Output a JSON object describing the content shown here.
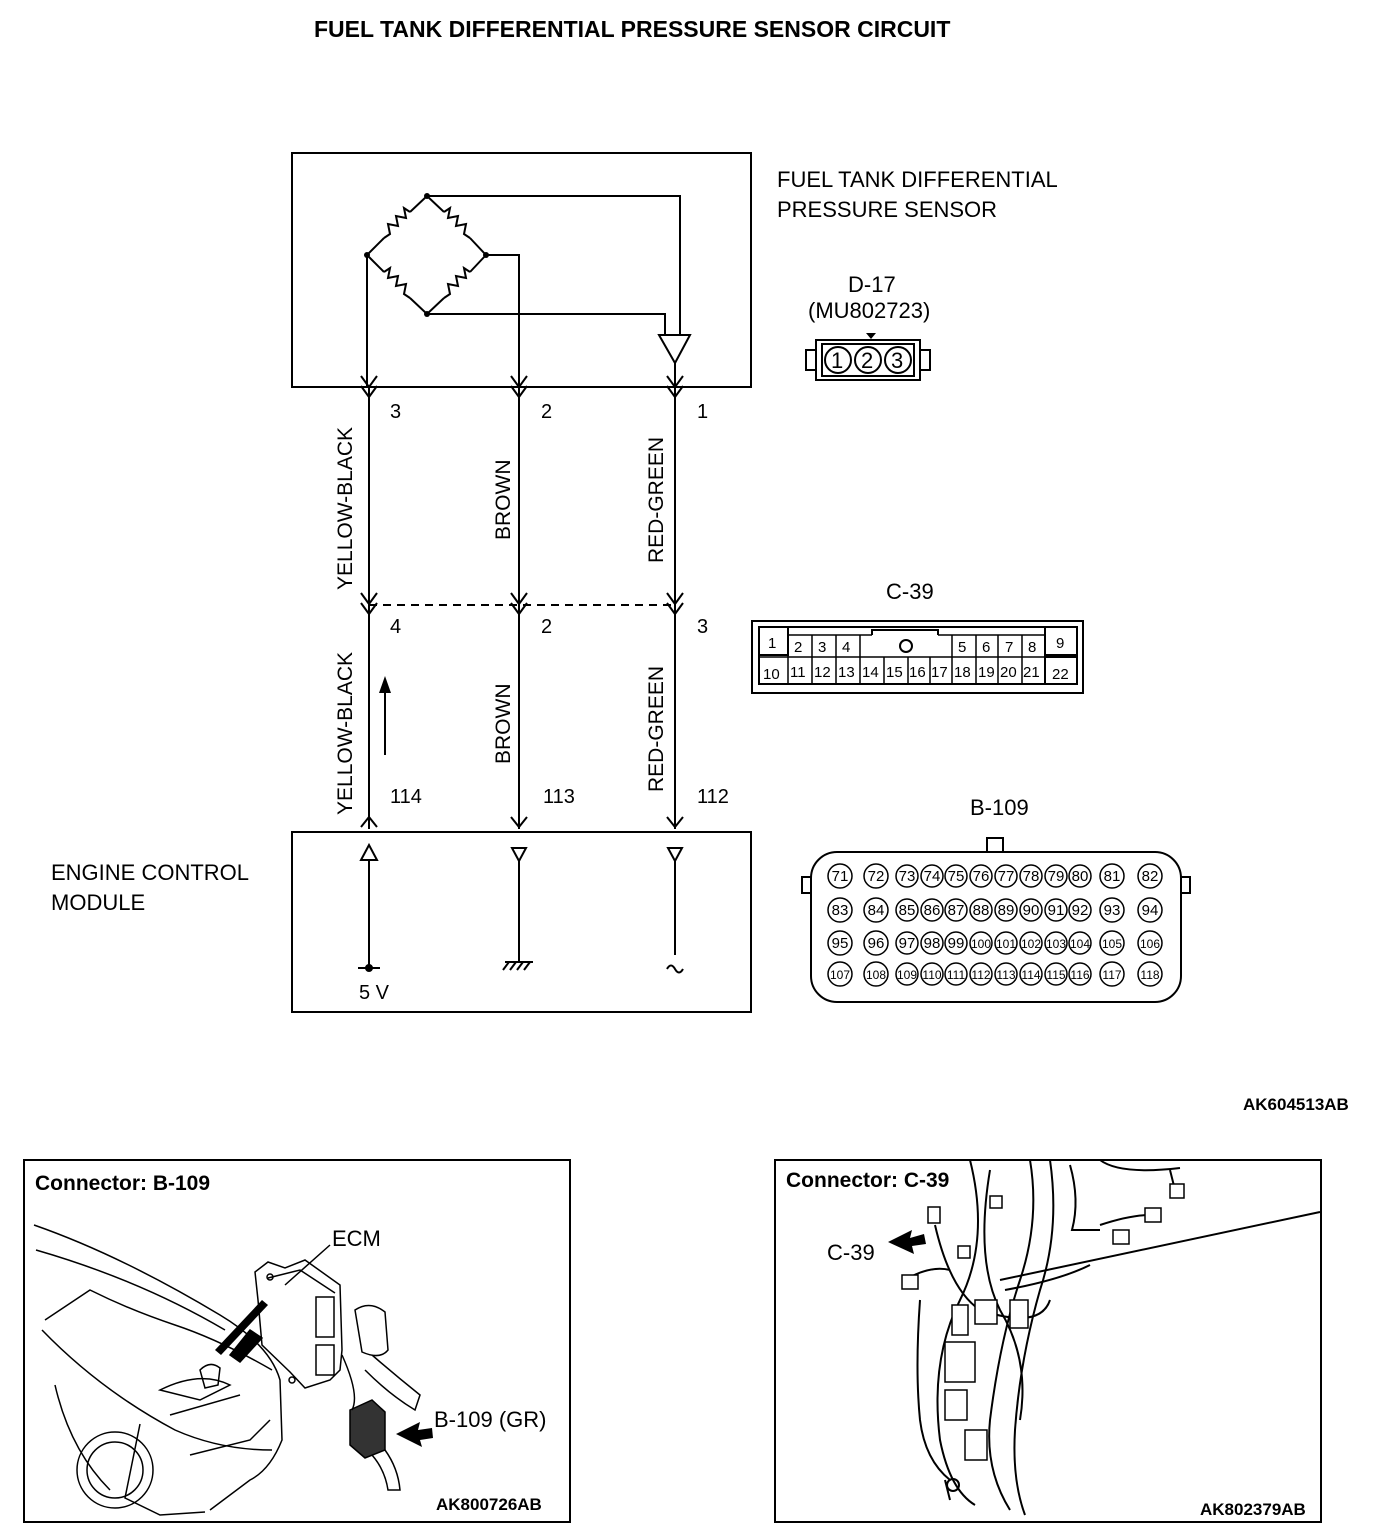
{
  "title": "FUEL TANK DIFFERENTIAL PRESSURE SENSOR CIRCUIT",
  "sensor": {
    "label_line1": "FUEL TANK DIFFERENTIAL",
    "label_line2": "PRESSURE SENSOR",
    "connector_id": "D-17",
    "connector_part": "(MU802723)",
    "connector_pins": [
      "1",
      "2",
      "3"
    ]
  },
  "ecm": {
    "label_line1": "ENGINE CONTROL",
    "label_line2": "MODULE",
    "supply": "5 V"
  },
  "wires": [
    {
      "color_upper": "YELLOW-BLACK",
      "color_lower": "YELLOW-BLACK",
      "sensor_pin": "3",
      "joint_pin": "4",
      "ecm_pin": "114"
    },
    {
      "color_upper": "BROWN",
      "color_lower": "BROWN",
      "sensor_pin": "2",
      "joint_pin": "2",
      "ecm_pin": "113"
    },
    {
      "color_upper": "RED-GREEN",
      "color_lower": "RED-GREEN",
      "sensor_pin": "1",
      "joint_pin": "3",
      "ecm_pin": "112"
    }
  ],
  "c39": {
    "id": "C-39",
    "top_row": [
      "1",
      "2",
      "3",
      "4",
      "5",
      "6",
      "7",
      "8",
      "9"
    ],
    "bottom_row": [
      "10",
      "11",
      "12",
      "13",
      "14",
      "15",
      "16",
      "17",
      "18",
      "19",
      "20",
      "21",
      "22"
    ]
  },
  "b109": {
    "id": "B-109",
    "rows": [
      [
        "71",
        "72",
        "73",
        "74",
        "75",
        "76",
        "77",
        "78",
        "79",
        "80",
        "81",
        "82"
      ],
      [
        "83",
        "84",
        "85",
        "86",
        "87",
        "88",
        "89",
        "90",
        "91",
        "92",
        "93",
        "94"
      ],
      [
        "95",
        "96",
        "97",
        "98",
        "99",
        "100",
        "101",
        "102",
        "103",
        "104",
        "105",
        "106"
      ],
      [
        "107",
        "108",
        "109",
        "110",
        "111",
        "112",
        "113",
        "114",
        "115",
        "116",
        "117",
        "118"
      ]
    ]
  },
  "diagram_code": "AK604513AB",
  "panel_b109": {
    "heading": "Connector: B-109",
    "ecm_label": "ECM",
    "connector_label": "B-109 (GR)",
    "code": "AK800726AB"
  },
  "panel_c39": {
    "heading": "Connector: C-39",
    "connector_label": "C-39",
    "code": "AK802379AB"
  }
}
